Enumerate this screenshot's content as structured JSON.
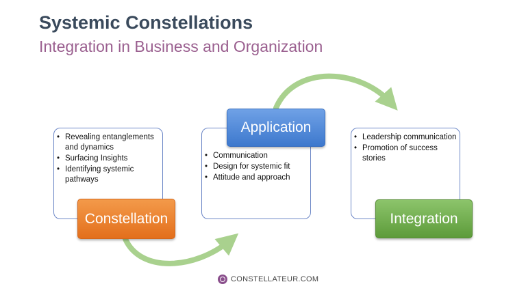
{
  "header": {
    "title": "Systemic Constellations",
    "subtitle": "Integration in Business and Organization"
  },
  "stages": [
    {
      "label": "Constellation",
      "color": "#ea7a2a",
      "bullets": [
        "Revealing entanglements and dynamics",
        "Surfacing Insights",
        "Identifying systemic pathways"
      ]
    },
    {
      "label": "Application",
      "color": "#4a86d8",
      "bullets": [
        "Communication",
        "Design for systemic fit",
        "Attitude and approach"
      ]
    },
    {
      "label": "Integration",
      "color": "#6eaa4c",
      "bullets": [
        "Leadership communication",
        "Promotion of success stories"
      ]
    }
  ],
  "footer": {
    "brand": "CONSTELLATEUR.COM",
    "logo_icon": "circle-logo-icon"
  },
  "colors": {
    "arrow": "#a9d18e",
    "box_border": "#6b86c6",
    "title": "#3a4a5c",
    "subtitle": "#9a5f8f"
  }
}
